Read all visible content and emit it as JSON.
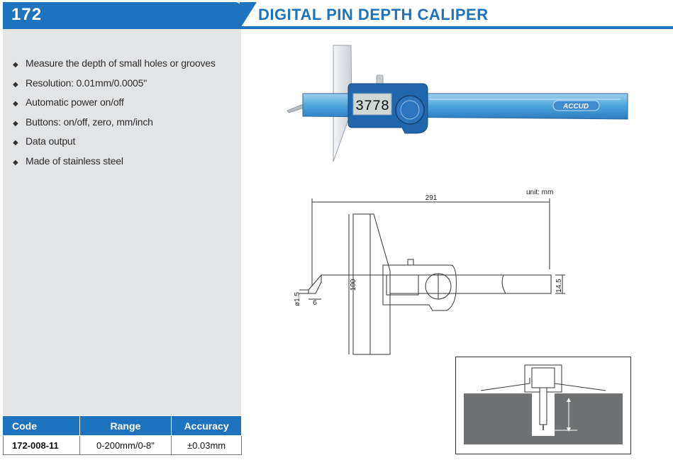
{
  "header": {
    "model_number": "172",
    "title": "DIGITAL PIN DEPTH CALIPER"
  },
  "features": [
    "Measure the depth of small holes or grooves",
    "Resolution: 0.01mm/0.0005\"",
    "Automatic power on/off",
    "Buttons: on/off, zero, mm/inch",
    "Data output",
    "Made of stainless steel"
  ],
  "bullet_symbol": "◆",
  "spec_table": {
    "headers": {
      "code": "Code",
      "range": "Range",
      "accuracy": "Accuracy"
    },
    "rows": [
      {
        "code": "172-008-11",
        "range": "0-200mm/0-8\"",
        "accuracy": "±0.03mm"
      }
    ]
  },
  "product_photo": {
    "display_reading": "3778",
    "brand": "ACCUD"
  },
  "drawing": {
    "unit_label": "unit: mm",
    "dim_length": "291",
    "dim_height": "100",
    "dim_thickness": "14.5",
    "dim_pin_diameter": "ø1.5",
    "dim_pin_length": "6"
  },
  "colors": {
    "brand_blue": "#1e73be",
    "panel_gray": "#e3e4e6"
  }
}
